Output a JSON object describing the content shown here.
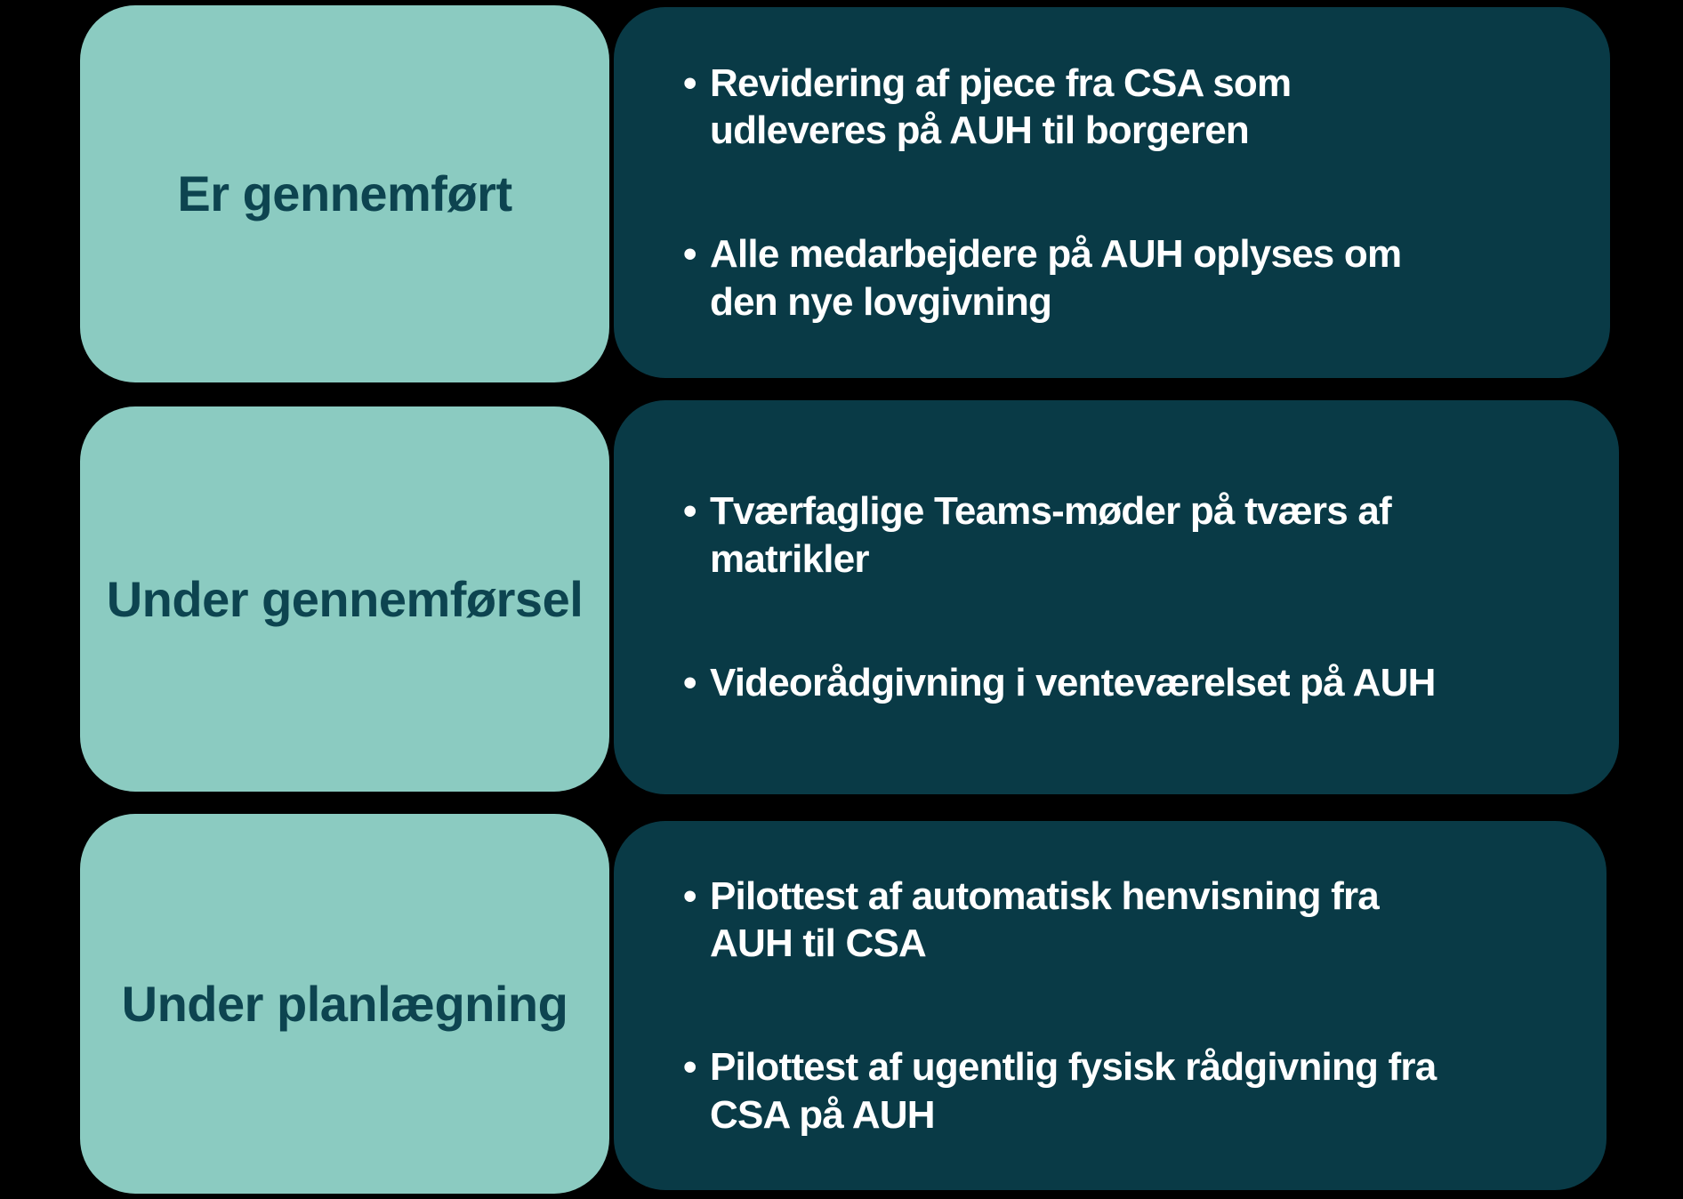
{
  "colors": {
    "bg": "#000000",
    "light_teal": "#8BCBC1",
    "dark_teal": "#093A46",
    "label_text": "#0D4450",
    "bullet_text": "#FFFFFF"
  },
  "rows": [
    {
      "label": "Er gennemført",
      "bullets": [
        "Revidering af pjece fra CSA som\nudleveres på AUH til borgeren",
        "Alle medarbejdere på AUH oplyses om\nden nye lovgivning"
      ]
    },
    {
      "label": "Under gennemførsel",
      "bullets": [
        "Tværfaglige Teams-møder på tværs af\nmatrikler",
        "Videorådgivning i venteværelset på AUH"
      ]
    },
    {
      "label": "Under planlægning",
      "bullets": [
        "Pilottest af automatisk henvisning fra\nAUH til CSA",
        "Pilottest af ugentlig fysisk rådgivning fra\nCSA på AUH"
      ]
    }
  ]
}
